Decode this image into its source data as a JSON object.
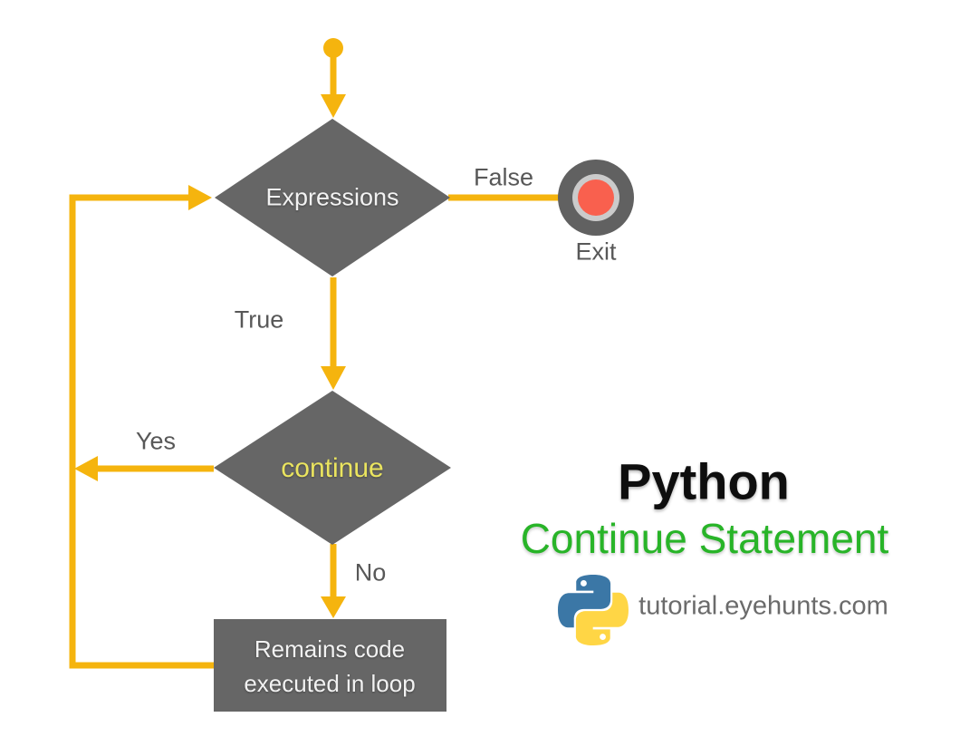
{
  "flowchart": {
    "nodes": {
      "expressions": {
        "label": "Expressions"
      },
      "continue": {
        "label": "continue"
      },
      "process": {
        "line1": "Remains code",
        "line2": "executed in loop"
      },
      "exit": {
        "label": "Exit"
      }
    },
    "edges": {
      "false": {
        "label": "False"
      },
      "true": {
        "label": "True"
      },
      "yes": {
        "label": "Yes"
      },
      "no": {
        "label": "No"
      }
    }
  },
  "branding": {
    "title": "Python",
    "subtitle": "Continue Statement",
    "site": "tutorial.eyehunts.com",
    "logo": "python-logo"
  },
  "colors": {
    "arrow_gold": "#F5B40E",
    "node_gray": "#666666",
    "node_text": "#F2F2F2",
    "continue_text": "#EAE45F",
    "label_gray": "#585858",
    "exit_outer": "#616161",
    "exit_ring": "#CBCBCB",
    "exit_inner": "#F9604E",
    "title_black": "#0E0E0E",
    "title_green": "#28B428",
    "site_gray": "#6B6B6B",
    "logo_blue": "#3B77A6",
    "logo_yellow": "#FFD645"
  }
}
